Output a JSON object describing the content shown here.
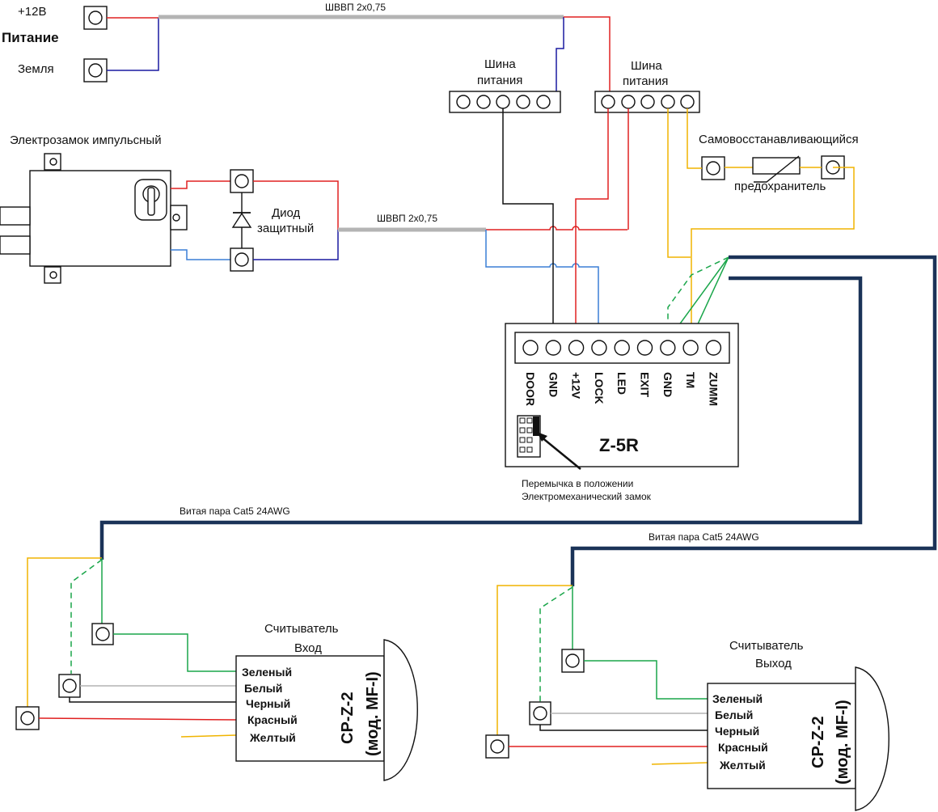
{
  "power": {
    "plus12_label": "+12В",
    "power_label": "Питание",
    "ground_label": "Земля",
    "cable_label": "ШВВП 2х0,75"
  },
  "bus": {
    "left_label_1": "Шина",
    "left_label_2": "питания",
    "right_label_1": "Шина",
    "right_label_2": "питания"
  },
  "fuse": {
    "label_top": "Самовосстанавливающийся",
    "label_bottom": "предохранитель"
  },
  "lock": {
    "title": "Электрозамок импульсный",
    "diode_label_1": "Диод",
    "diode_label_2": "защитный",
    "cable_label": "ШВВП 2х0,75"
  },
  "controller": {
    "model": "Z-5R",
    "terminals": [
      "DOOR",
      "GND",
      "+12V",
      "LOCK",
      "LED",
      "EXIT",
      "GND",
      "TM",
      "ZUMM"
    ],
    "jumper_note_1": "Перемычка в положении",
    "jumper_note_2": "Электромеханический замок"
  },
  "cables": {
    "cat5_in": "Витая пара Cat5 24AWG",
    "cat5_out": "Витая пара Cat5 24AWG"
  },
  "reader_in": {
    "title_1": "Считыватель",
    "title_2": "Вход",
    "model_1": "CP-Z-2",
    "model_2": "(мод. MF-I)",
    "wires": [
      "Зеленый",
      "Белый",
      "Черный",
      "Красный",
      "Желтый"
    ]
  },
  "reader_out": {
    "title_1": "Считыватель",
    "title_2": "Выход",
    "model_1": "CP-Z-2",
    "model_2": "(мод. MF-I)",
    "wires": [
      "Зеленый",
      "Белый",
      "Черный",
      "Красный",
      "Желтый"
    ]
  },
  "colors": {
    "red": "#e02020",
    "blue": "#1a1aa0",
    "lightblue": "#3a7fd6",
    "gray": "#b4b4b4",
    "black": "#111111",
    "green": "#1aa64a",
    "yellow": "#f0b400",
    "navy": "#1b3358"
  }
}
